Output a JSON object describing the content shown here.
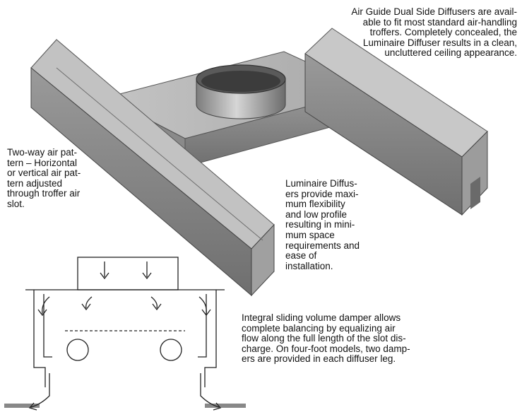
{
  "paragraphs": {
    "intro": [
      "Air Guide Dual Side Diffusers are avail-",
      "able to fit most standard air-handling",
      "troffers. Completely concealed, the",
      "Luminaire Diffuser results in a clean,",
      "uncluttered ceiling appearance."
    ],
    "air_pattern": [
      "Two-way air pat-",
      "tern – Horizontal",
      "or vertical air pat-",
      "tern adjusted",
      "through troffer air",
      "slot."
    ],
    "luminaire": [
      "Luminaire Diffus-",
      "ers provide maxi-",
      "mum flexibility",
      "and low profile",
      "resulting in mini-",
      "mum space",
      "requirements and",
      "ease of",
      "installation."
    ],
    "damper": [
      "Integral sliding volume damper allows",
      "complete balancing by equalizing air",
      "flow along the full length of the slot dis-",
      "charge. On four-foot models, two damp-",
      "ers are provided in each diffuser leg."
    ]
  },
  "colors": {
    "metal_light": "#b9b9b9",
    "metal_mid": "#8f8f8f",
    "metal_dark": "#5e5e5e",
    "ink": "#222222"
  }
}
